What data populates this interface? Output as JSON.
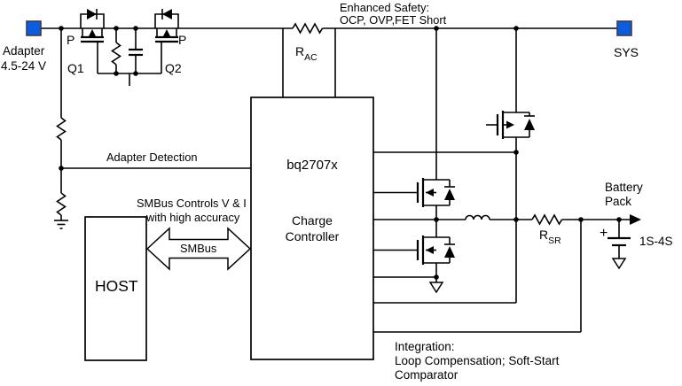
{
  "colors": {
    "terminal": "#0b5ce0",
    "wire": "#000000",
    "block_text": "#4c4c4e"
  },
  "header_note": {
    "line1": "Enhanced Safety:",
    "line2": "OCP, OVP,FET Short"
  },
  "footer_note": {
    "line1": "Integration:",
    "line2": "Loop Compensation; Soft-Start",
    "line3": "Comparator"
  },
  "adapter": {
    "line1": "Adapter",
    "line2": "4.5-24 V"
  },
  "sys": {
    "label": "SYS"
  },
  "battery": {
    "line1": "Battery",
    "line2": "Pack",
    "cells": "1S-4S",
    "plus": "+"
  },
  "controller": {
    "part": "bq2707x",
    "line1": "Charge",
    "line2": "Controller"
  },
  "host": {
    "label": "HOST"
  },
  "fets": {
    "q1": "Q1",
    "q2": "Q2",
    "p_left": "P",
    "p_right": "P"
  },
  "resistors": {
    "rac_base": "R",
    "rac_sub": "AC",
    "rsr_base": "R",
    "rsr_sub": "SR"
  },
  "signals": {
    "adapter_detection": "Adapter Detection",
    "smbus": "SMBus",
    "smbus_note1": "SMBus Controls V & I",
    "smbus_note2": "with high accuracy"
  }
}
